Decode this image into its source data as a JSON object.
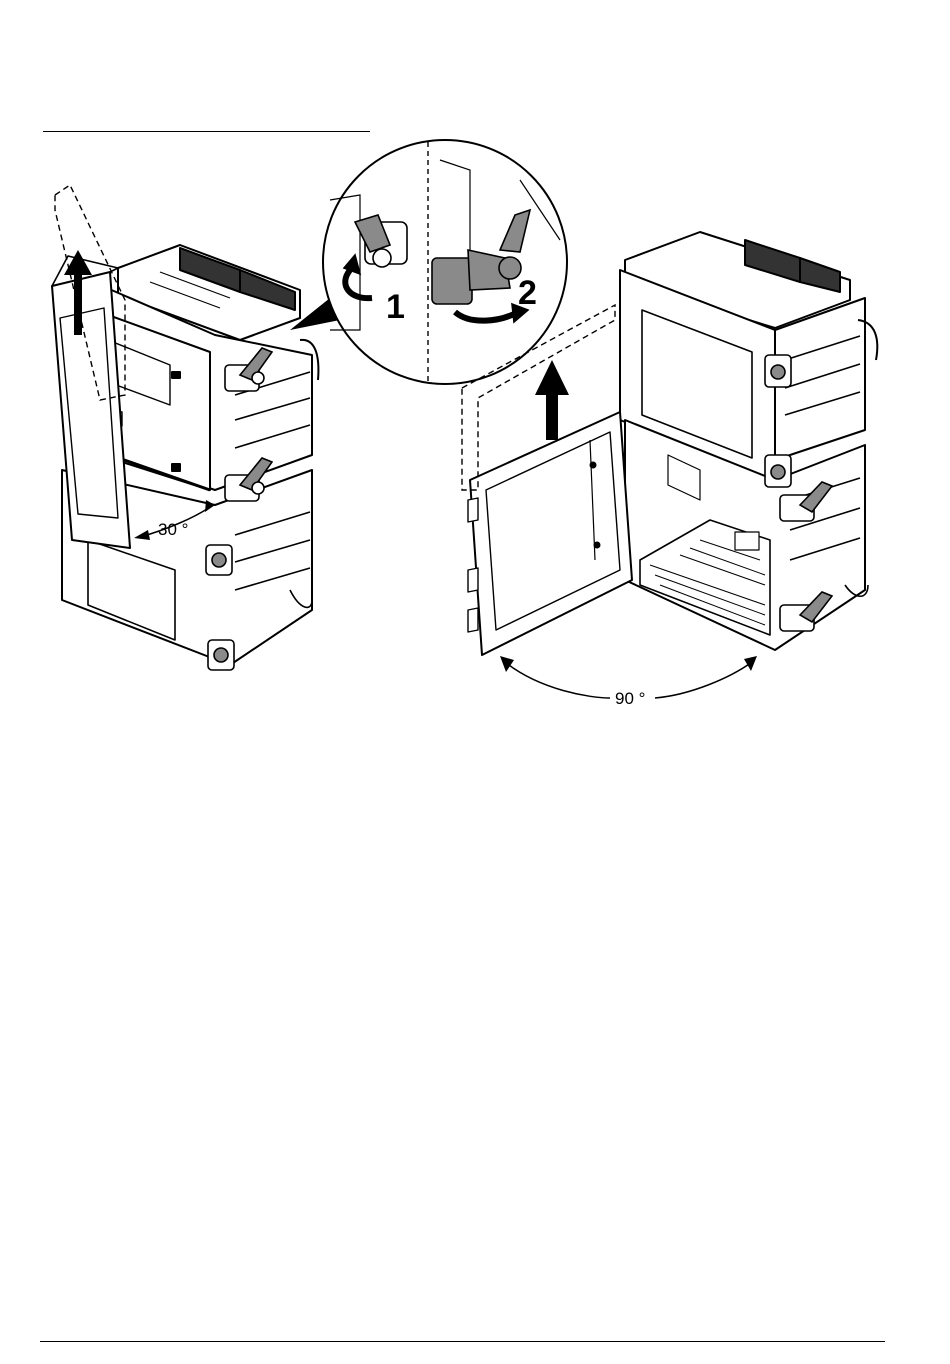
{
  "figure": {
    "left_angle_label": "30 °",
    "right_angle_label": "90 °",
    "step_1": "1",
    "step_2": "2"
  },
  "colors": {
    "line": "#000000",
    "housing_fill": "#ffffff",
    "latch_gray": "#8a8a8a",
    "shade": "#d9d9d9"
  }
}
